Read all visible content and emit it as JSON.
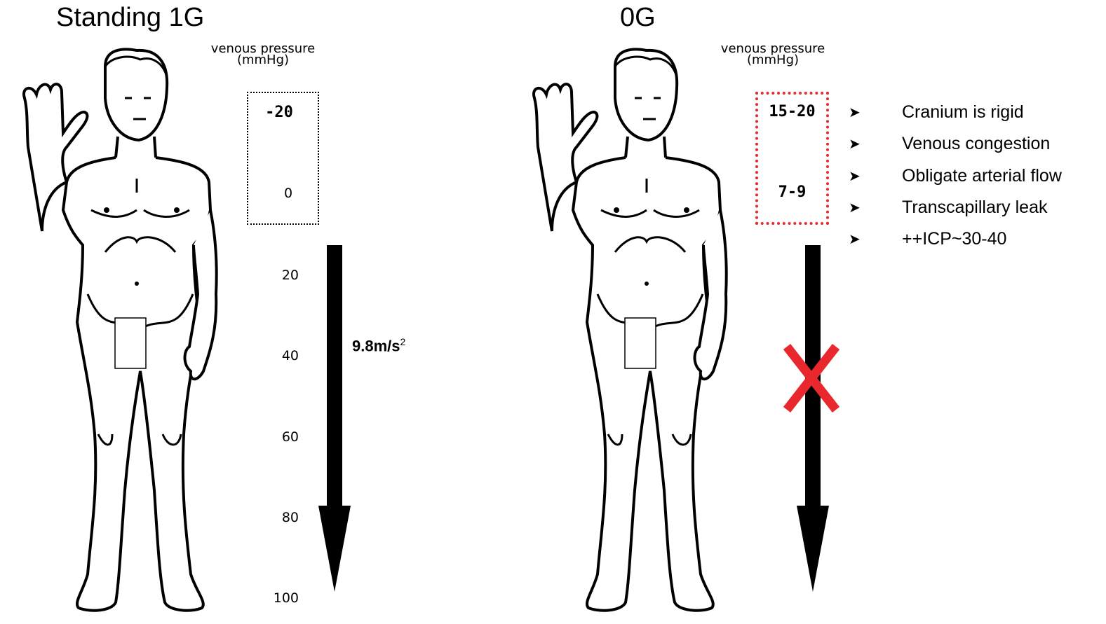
{
  "left_panel": {
    "title": "Standing 1G",
    "venous_label": "venous pressure",
    "venous_unit": "(mmHg)",
    "box_values": [
      "-20",
      "0"
    ],
    "ticks": [
      "20",
      "40",
      "60",
      "80",
      "100"
    ],
    "acceleration": "9.8m/s",
    "acceleration_exp": "2"
  },
  "right_panel": {
    "title": "0G",
    "venous_label": "venous pressure",
    "venous_unit": "(mmHg)",
    "box_values": [
      "15-20",
      "7-9"
    ],
    "cross_mark_color": "#e8282c",
    "bullet_icon": "arrowhead-bullet-icon",
    "bullets": [
      "Cranium is rigid",
      "Venous congestion",
      "Obligate arterial flow",
      "Transcapillary leak",
      "++ICP~30-40"
    ]
  }
}
